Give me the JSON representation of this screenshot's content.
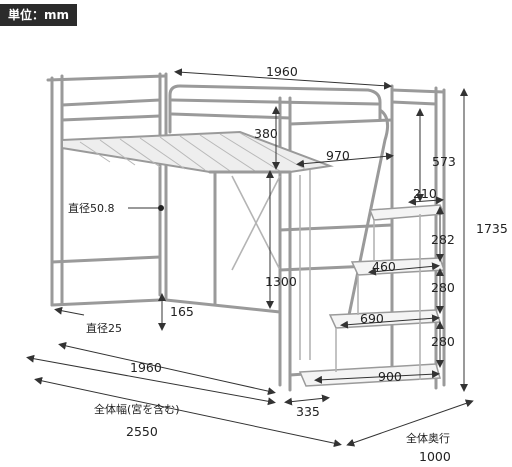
{
  "unit_badge": "単位：mm",
  "dimensions": {
    "top_width": "1960",
    "bottom_width": "1960",
    "total_width_label": "全体幅(宮を含む)",
    "total_width_value": "2550",
    "depth_label": "全体奥行",
    "depth_value": "1000",
    "total_height": "1735",
    "guard_height": "380",
    "step_span": "970",
    "top_step_rise": "573",
    "step_depth_1": "210",
    "step_rise_1": "282",
    "step_depth_2": "460",
    "step_rise_2": "280",
    "step_depth_3": "690",
    "step_rise_3": "280",
    "step_depth_4": "900",
    "under_bed_height": "1300",
    "floor_clearance": "165",
    "stair_width": "335",
    "post_diameter_label": "直径50.8",
    "pipe_diameter_label": "直径25"
  }
}
